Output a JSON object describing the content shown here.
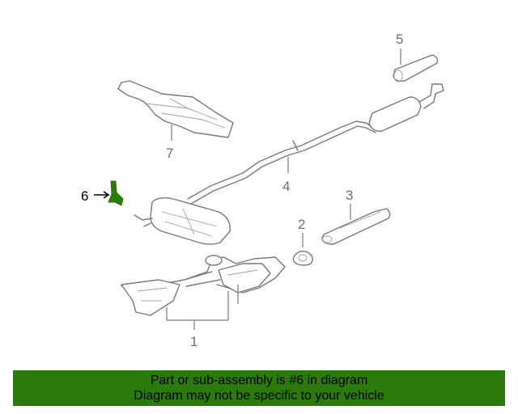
{
  "callouts": {
    "c1": "1",
    "c2": "2",
    "c3": "3",
    "c4": "4",
    "c5": "5",
    "c6": "6",
    "c7": "7"
  },
  "banner": {
    "line1": "Part or sub-assembly is #6 in diagram",
    "line2": "Diagram may not be specific to your vehicle"
  },
  "colors": {
    "highlight": "#2b7a0b",
    "banner_bg": "#2b7a0b",
    "line": "#7a7a7a"
  }
}
